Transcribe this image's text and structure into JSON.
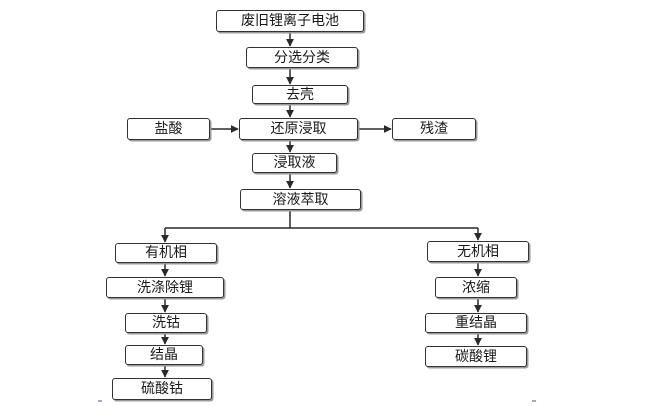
{
  "nodes": {
    "waste_battery": "废旧锂离子电池",
    "sorting": "分选分类",
    "shell_removal": "去壳",
    "hydrochloric_acid": "盐酸",
    "reduction_leaching": "还原浸取",
    "residue": "残渣",
    "leachate": "浸取液",
    "solvent_extraction": "溶液萃取",
    "organic_phase": "有机相",
    "wash_remove_li": "洗涤除锂",
    "wash_cobalt": "洗钴",
    "crystallization_left": "结晶",
    "cobalt_sulfate": "硫酸钴",
    "inorganic_phase": "无机相",
    "concentration": "浓缩",
    "recrystallization": "重结晶",
    "lithium_carbonate": "碳酸锂"
  },
  "colors": {
    "line": "#2a2a2a",
    "box_border": "#333333",
    "box_shadow": "#9a9a9a",
    "frame_mark": "#5a7fc7"
  }
}
